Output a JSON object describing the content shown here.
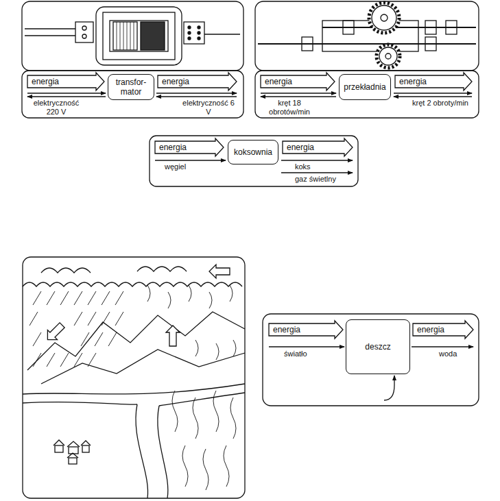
{
  "diagram": {
    "nodes": [
      {
        "text": [
          "transfor- mator"
        ]
      },
      {
        "text": [
          "przekładnia"
        ]
      },
      {
        "text": [
          "koksownia"
        ]
      },
      {
        "text": [
          "deszcz"
        ]
      }
    ],
    "labels": [
      "energia",
      "energia",
      "elektryczność 220 V",
      "elektryczność 6 V",
      "energia",
      "energia",
      "kręt 18 obrotów/min",
      "kręt 2 obroty/min",
      "energia",
      "energia",
      "węgiel",
      "koks",
      "gaz świetlny",
      "energia",
      "energia",
      "światło",
      "woda"
    ]
  }
}
